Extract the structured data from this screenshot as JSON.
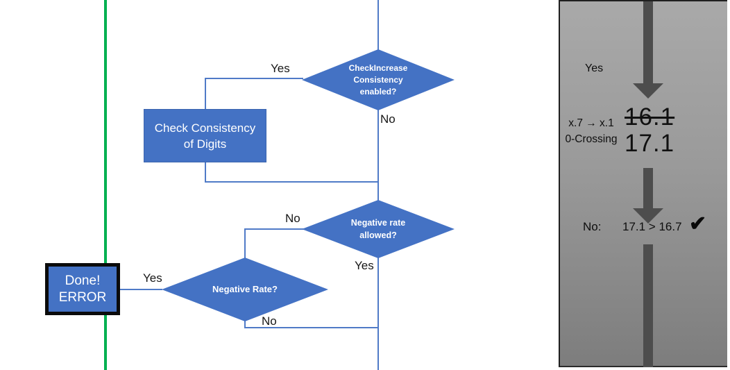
{
  "flowchart": {
    "decision_increase": {
      "label": "CheckIncrease\nConsistency\nenabled?"
    },
    "process_check": {
      "label": "Check Consistency\nof Digits"
    },
    "decision_negative_allowed": {
      "label": "Negative rate\nallowed?"
    },
    "decision_negative_rate": {
      "label": "Negative Rate?"
    },
    "terminator_error": {
      "label": "Done!\nERROR"
    },
    "branch_labels": {
      "increase_yes": "Yes",
      "increase_no": "No",
      "allowed_no": "No",
      "allowed_yes": "Yes",
      "rate_yes": "Yes",
      "rate_no": "No"
    },
    "colors": {
      "shape_fill": "#4472C4",
      "connector": "#4F7AC7",
      "divider_green": "#00B050"
    }
  },
  "panel": {
    "yes_label": "Yes",
    "crossing_note": "x.7 → x.1\n0-Crossing",
    "old_value": "16.1",
    "new_value": "17.1",
    "result_no_label": "No:",
    "result_comparison": "17.1 > 16.7",
    "check_icon": "✔",
    "colors": {
      "background": "#9A9A9A",
      "arrow": "#4D4D4D"
    }
  }
}
